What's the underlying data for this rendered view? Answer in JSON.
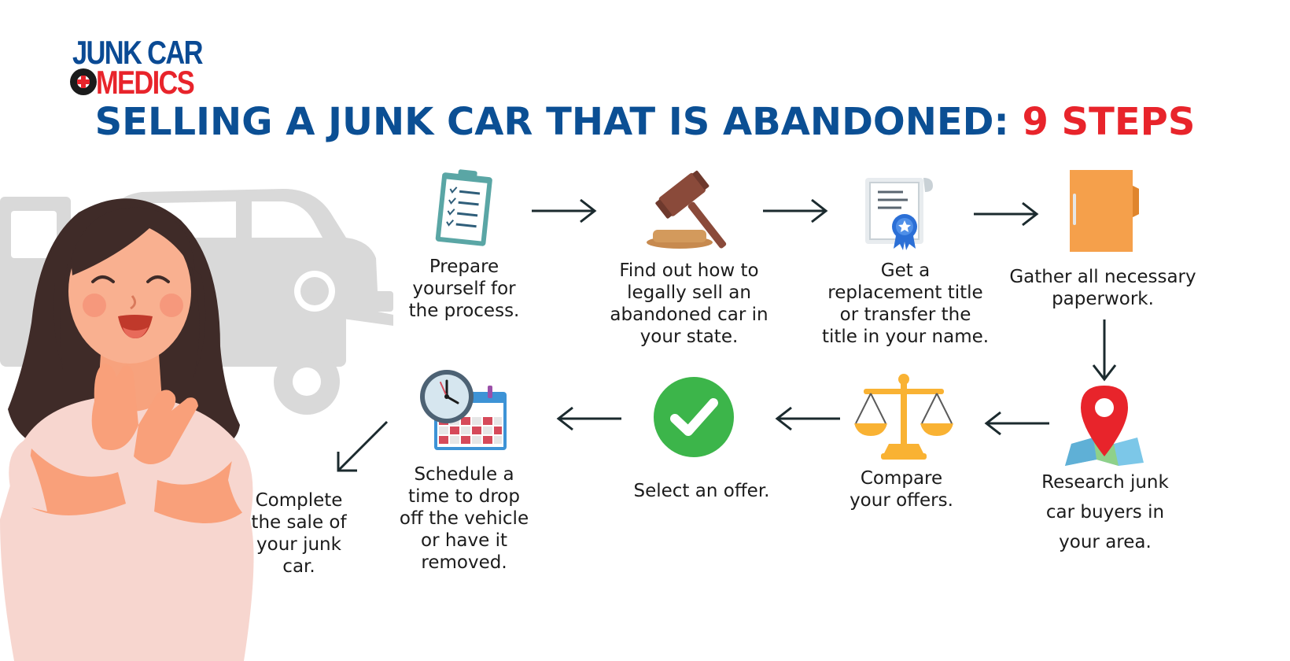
{
  "brand": {
    "line1": "JUNK CAR",
    "line2": "MEDICS",
    "color_primary": "#0a4a94",
    "color_accent": "#e8242b"
  },
  "title": {
    "main": "SELLING A JUNK CAR THAT IS ABANDONED: ",
    "highlight": "9 STEPS",
    "color_main": "#0b4f94",
    "color_highlight": "#e8242b"
  },
  "steps": [
    {
      "text": "Prepare\nyourself for\nthe process.",
      "icon": "clipboard-icon"
    },
    {
      "text": "Find out how to\nlegally sell an\nabandoned car in\nyour state.",
      "icon": "gavel-icon"
    },
    {
      "text": "Get a\nreplacement title\nor transfer the\ntitle in your name.",
      "icon": "certificate-icon"
    },
    {
      "text": "Gather all necessary\npaperwork.",
      "icon": "folder-icon"
    },
    {
      "text": "Research junk\ncar buyers in\nyour area.",
      "icon": "map-pin-icon"
    },
    {
      "text": "Compare\nyour offers.",
      "icon": "scales-icon"
    },
    {
      "text": "Select an offer.",
      "icon": "checkmark-icon"
    },
    {
      "text": "Schedule a\ntime to drop\noff the vehicle\nor have it\nremoved.",
      "icon": "calendar-clock-icon"
    },
    {
      "text": "Complete\nthe sale of\nyour junk\ncar.",
      "icon": ""
    }
  ]
}
